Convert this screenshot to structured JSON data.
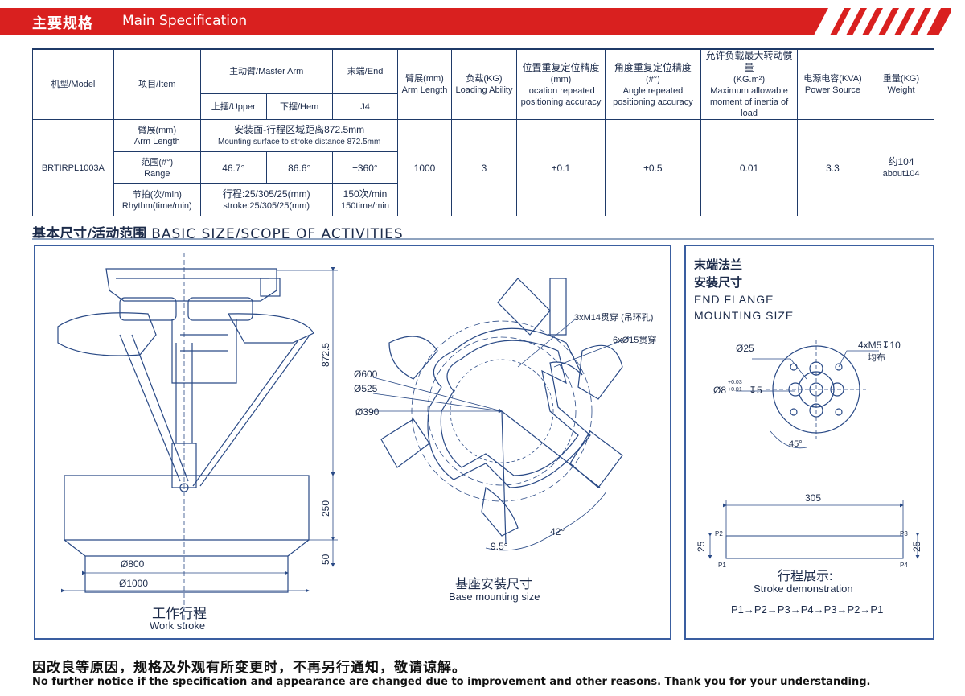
{
  "header": {
    "title_cn": "主要规格",
    "title_en": "Main Specification"
  },
  "table": {
    "h_model": "机型/Model",
    "h_item": "项目/Item",
    "h_master_arm": "主动臂/Master Arm",
    "h_upper": "上摆/Upper",
    "h_hem": "下摆/Hem",
    "h_end": "末端/End",
    "h_j4": "J4",
    "h_arm_length_cn": "臂展(mm)",
    "h_arm_length_en": "Arm Length",
    "h_load_cn": "负载(KG)",
    "h_load_en": "Loading Ability",
    "h_loc_cn": "位置重复定位精度",
    "h_loc_unit": "(mm)",
    "h_loc_en1": "location repeated",
    "h_loc_en2": "positioning accuracy",
    "h_ang_cn": "角度重复定位精度",
    "h_ang_unit": "(#°)",
    "h_ang_en1": "Angle  repeated",
    "h_ang_en2": "positioning accuracy",
    "h_inertia_cn": "允许负载最大转动惯量",
    "h_inertia_unit": "(KG.m²)",
    "h_inertia_en1": "Maximum allowable",
    "h_inertia_en2": "moment of inertia of load",
    "h_power_cn": "电源电容(KVA)",
    "h_power_en": "Power Source",
    "h_weight_cn": "重量(KG)",
    "h_weight_en": "Weight",
    "model": "BRTIRPL1003A",
    "row1_item_cn": "臂展(mm)",
    "row1_item_en": "Arm Length",
    "row1_val_cn": "安装面-行程区域距离872.5mm",
    "row1_val_en": "Mounting surface to stroke distance 872.5mm",
    "row2_item_cn": "范围(#°)",
    "row2_item_en": "Range",
    "row2_upper": "46.7°",
    "row2_hem": "86.6°",
    "row2_j4": "±360°",
    "row3_item_cn": "节拍(次/min)",
    "row3_item_en": "Rhythm(time/min)",
    "row3_stroke_cn": "行程:25/305/25(mm)",
    "row3_stroke_en": "stroke:25/305/25(mm)",
    "row3_j4_cn": "150次/min",
    "row3_j4_en": "150time/min",
    "arm_length": "1000",
    "load": "3",
    "loc_accuracy": "±0.1",
    "ang_accuracy": "±0.5",
    "inertia": "0.01",
    "power": "3.3",
    "weight_cn": "约104",
    "weight_en": "about104"
  },
  "section": {
    "title_cn": "基本尺寸/活动范围",
    "title_en": "BASIC SIZE/SCOPE OF ACTIVITIES"
  },
  "work_stroke": {
    "dim_8725": "872.5",
    "dim_250": "250",
    "dim_50": "50",
    "dia_800": "Ø800",
    "dia_1000": "Ø1000",
    "caption_cn": "工作行程",
    "caption_en": "Work stroke"
  },
  "base_mount": {
    "dia_600": "Ø600",
    "dia_525": "Ø525",
    "dia_390": "Ø390",
    "callout_m14": "3xM14贯穿 (吊环孔)",
    "callout_15": "6xØ15贯穿",
    "angle_42": "42°",
    "angle_95": "9.5°",
    "caption_cn": "基座安装尺寸",
    "caption_en": "Base mounting size"
  },
  "flange": {
    "title_cn1": "末端法兰",
    "title_cn2": "安装尺寸",
    "title_en1": "END FLANGE",
    "title_en2": "MOUNTING SIZE",
    "dia_25": "Ø25",
    "m5": "4xM5↧10",
    "m5_sub": "均布",
    "dia_8": "Ø8",
    "tol_up": "+0.03",
    "tol_down": "+0.01",
    "depth": "↧5",
    "angle_45": "45°"
  },
  "stroke_demo": {
    "dim_305": "305",
    "dim_25_left": "25",
    "dim_25_right": "25",
    "p1": "P1",
    "p2": "P2",
    "p3": "P3",
    "p4": "P4",
    "caption_cn": "行程展示:",
    "caption_en": "Stroke demonstration",
    "sequence": "P1→P2→P3→P4→P3→P2→P1"
  },
  "footer": {
    "notice_cn": "因改良等原因，规格及外观有所变更时，不再另行通知，敬请谅解。",
    "notice_en": "No further notice if the specification and appearance are changed due to improvement and other reasons. Thank you for your understanding."
  }
}
